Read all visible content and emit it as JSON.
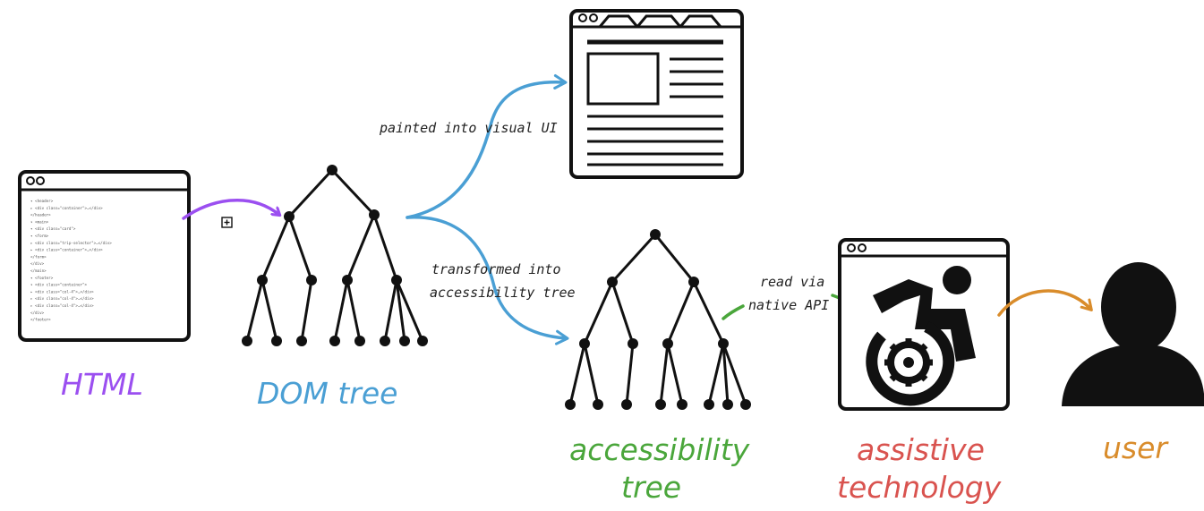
{
  "colors": {
    "html": "#9b4ff0",
    "dom": "#4a9fd4",
    "accessibility": "#4aa63b",
    "assistive": "#d9534f",
    "user": "#d98c2b",
    "ink": "#111111"
  },
  "nodes": {
    "html": {
      "label": "HTML"
    },
    "dom_tree": {
      "label": "DOM tree"
    },
    "visual_ui": {
      "label": ""
    },
    "accessibility_tree": {
      "label_line1": "accessibility",
      "label_line2": "tree"
    },
    "assistive_technology": {
      "label_line1": "assistive",
      "label_line2": "technology",
      "icon": "wheelchair-icon"
    },
    "user": {
      "label": "user",
      "icon": "person-silhouette-icon"
    }
  },
  "edges": {
    "painted": {
      "label": "painted into visual UI"
    },
    "transformed": {
      "line1": "transformed into",
      "line2": "accessibility tree"
    },
    "read_via": {
      "line1": "read via",
      "line2": "native API"
    }
  },
  "html_code_lines": [
    "▾ <header>",
    "  ▸ <div class=\"container\">…</div>",
    "  </header>",
    "▾ <main>",
    "  ▾ <div class=\"card\">",
    "    ▾ <form>",
    "      ▸ <div class=\"trip-selector\">…</div>",
    "      ▸ <div class=\"container\">…</div>",
    "      </form>",
    "    </div>",
    "  </main>",
    "▾ <footer>",
    "  ▾ <div class=\"container\">",
    "    ▸ <div class=\"col-4\">…</div>",
    "    ▸ <div class=\"col-4\">…</div>",
    "    ▸ <div class=\"col-4\">…</div>",
    "    </div>",
    "  </footer>"
  ]
}
